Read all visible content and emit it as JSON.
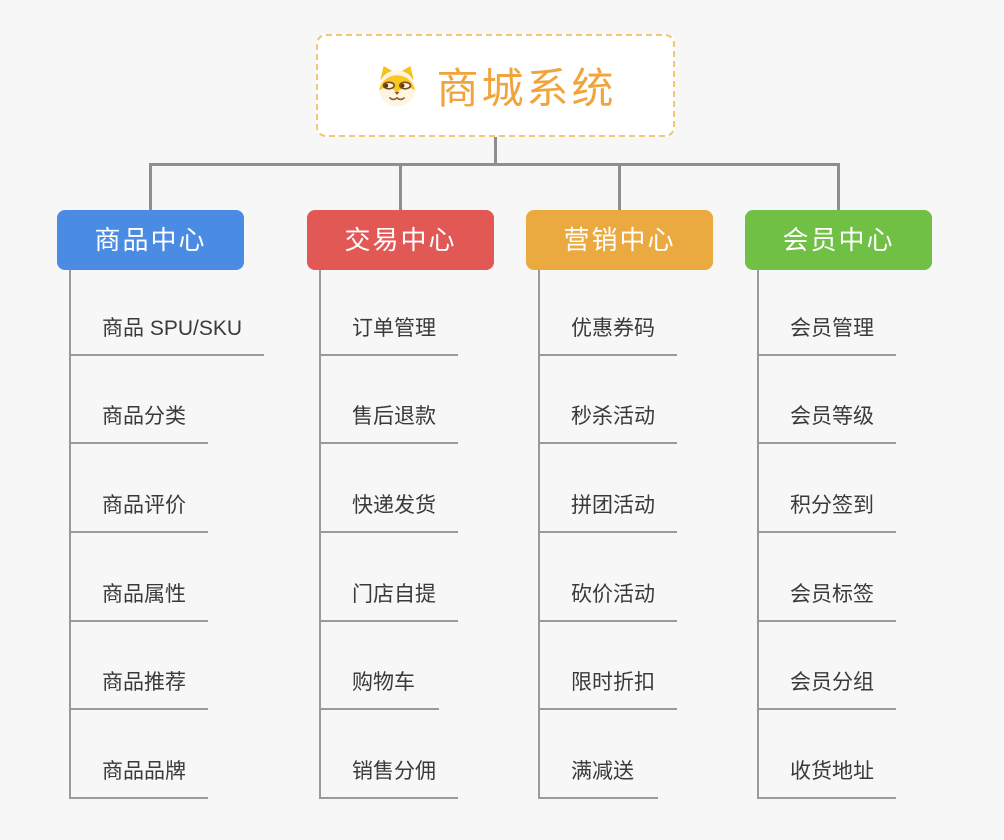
{
  "root": {
    "title": "商城系统",
    "icon": "dog-face-icon",
    "title_color": "#F0A43C",
    "border_color": "#F5C576",
    "background": "#FFFFFF"
  },
  "branches": [
    {
      "label": "商品中心",
      "color": "#4A8BE4",
      "items": [
        "商品 SPU/SKU",
        "商品分类",
        "商品评价",
        "商品属性",
        "商品推荐",
        "商品品牌"
      ]
    },
    {
      "label": "交易中心",
      "color": "#E25855",
      "items": [
        "订单管理",
        "售后退款",
        "快递发货",
        "门店自提",
        "购物车",
        "销售分佣"
      ]
    },
    {
      "label": "营销中心",
      "color": "#EBAA40",
      "items": [
        "优惠券码",
        "秒杀活动",
        "拼团活动",
        "砍价活动",
        "限时折扣",
        "满减送"
      ]
    },
    {
      "label": "会员中心",
      "color": "#6FC044",
      "items": [
        "会员管理",
        "会员等级",
        "积分签到",
        "会员标签",
        "会员分组",
        "收货地址"
      ]
    }
  ],
  "colors": {
    "background": "#F7F7F8",
    "connector": "#8F8F8F",
    "underline": "#9A9A9A",
    "item_text": "#3A3A3A"
  }
}
